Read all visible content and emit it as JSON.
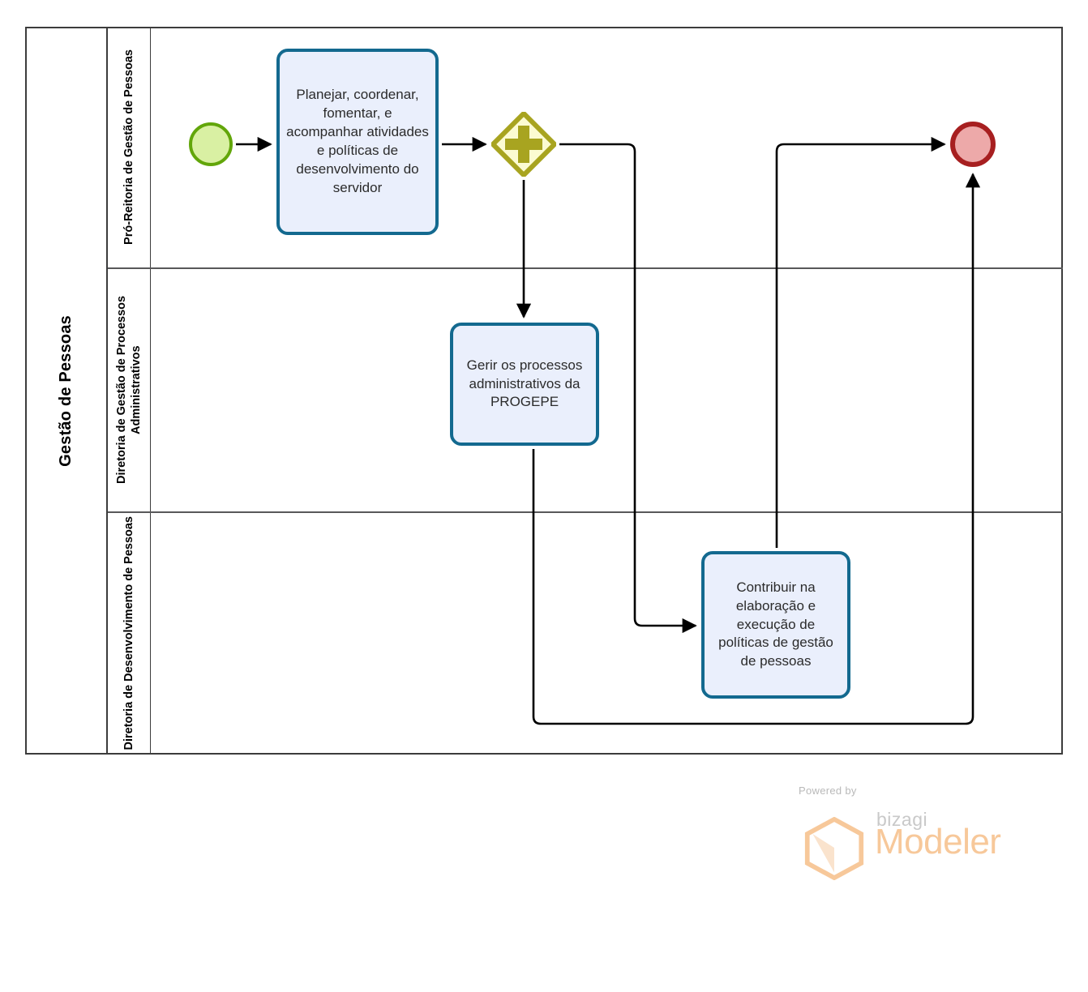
{
  "pool": {
    "title": "Gestão de Pessoas",
    "border_color": "#3c3c3c"
  },
  "lanes": [
    {
      "id": "lane-pro-reitoria",
      "label": "Pró-Reitoria de Gestão de Pessoas"
    },
    {
      "id": "lane-gestao-processos",
      "label": "Diretoria de Gestão de Processos Administrativos"
    },
    {
      "id": "lane-desenvolvimento",
      "label": "Diretoria de Desenvolvimento de Pessoas"
    }
  ],
  "events": {
    "start": {
      "name": "start-event",
      "type": "start",
      "fill": "#d9f0a3",
      "stroke": "#62a60a",
      "lane": "lane-pro-reitoria"
    },
    "end": {
      "name": "end-event",
      "type": "end",
      "fill": "#eda9a9",
      "stroke": "#a71f20",
      "lane": "lane-pro-reitoria"
    }
  },
  "gateway": {
    "name": "parallel-gateway",
    "type": "parallel",
    "symbol": "+",
    "fill": "#fcfbd2",
    "stroke": "#a8a420",
    "lane": "lane-pro-reitoria"
  },
  "tasks": [
    {
      "id": "task-planejar",
      "label": "Planejar, coordenar, fomentar, e acompanhar atividades e políticas de desenvolvimento do servidor",
      "lane": "lane-pro-reitoria"
    },
    {
      "id": "task-gerir",
      "label": "Gerir os processos administrativos da PROGEPE",
      "lane": "lane-gestao-processos"
    },
    {
      "id": "task-contribuir",
      "label": "Contribuir na elaboração e execução de políticas de gestão de pessoas",
      "lane": "lane-desenvolvimento"
    }
  ],
  "task_style": {
    "fill": "#eaeffc",
    "stroke": "#13698f"
  },
  "flows": [
    {
      "id": "flow-start-planejar",
      "from": "start-event",
      "to": "task-planejar"
    },
    {
      "id": "flow-planejar-gateway",
      "from": "task-planejar",
      "to": "parallel-gateway"
    },
    {
      "id": "flow-gateway-gerir",
      "from": "parallel-gateway",
      "to": "task-gerir"
    },
    {
      "id": "flow-gateway-contribuir",
      "from": "parallel-gateway",
      "to": "task-contribuir"
    },
    {
      "id": "flow-gerir-end",
      "from": "task-gerir",
      "to": "end-event"
    },
    {
      "id": "flow-contribuir-end",
      "from": "task-contribuir",
      "to": "end-event"
    }
  ],
  "watermark": {
    "powered_by": "Powered by",
    "brand": "bizagi",
    "product": "Modeler",
    "logo_color": "#f7c89a"
  }
}
